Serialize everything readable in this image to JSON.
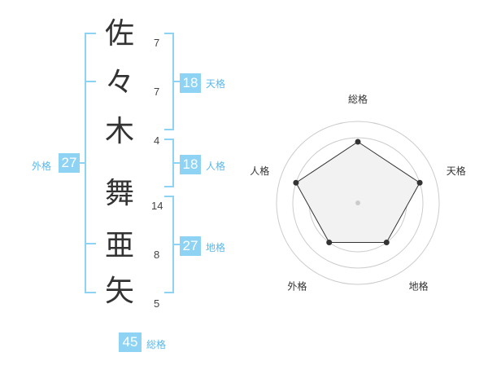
{
  "name": {
    "chars": [
      {
        "char": "佐",
        "strokes": "7"
      },
      {
        "char": "々",
        "strokes": "7"
      },
      {
        "char": "木",
        "strokes": "4"
      },
      {
        "char": "舞",
        "strokes": "14"
      },
      {
        "char": "亜",
        "strokes": "8"
      },
      {
        "char": "矢",
        "strokes": "5"
      }
    ]
  },
  "fortunes": {
    "tenkaku": {
      "value": "18",
      "label": "天格"
    },
    "jinkaku": {
      "value": "18",
      "label": "人格"
    },
    "chikaku": {
      "value": "27",
      "label": "地格"
    },
    "gaikaku": {
      "value": "27",
      "label": "外格"
    },
    "soukaku": {
      "value": "45",
      "label": "総格"
    }
  },
  "chart_data": {
    "type": "radar",
    "axes": [
      "総格",
      "天格",
      "地格",
      "外格",
      "人格"
    ],
    "values": [
      0.75,
      0.8,
      0.6,
      0.6,
      0.8
    ],
    "max": 1,
    "colors": {
      "line": "#333333",
      "fill": "#f2f2f2",
      "rings": "#cccccc"
    }
  },
  "colors": {
    "accent": "#8fd3f4",
    "accent_text": "#5ab8e8"
  }
}
